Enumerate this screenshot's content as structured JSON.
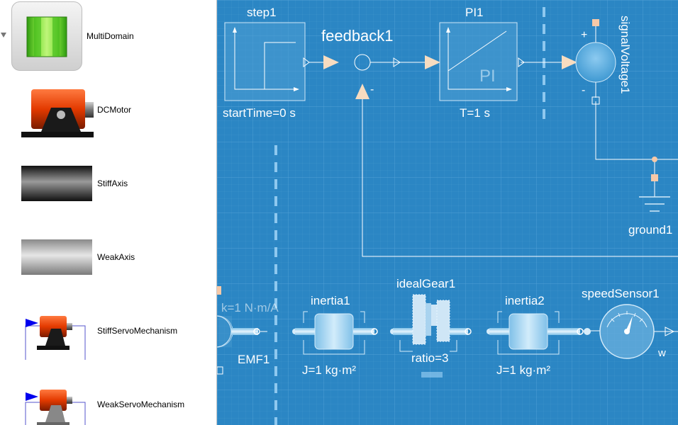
{
  "library": {
    "items": [
      {
        "label": "MultiDomain",
        "icon": "multidomain-icon"
      },
      {
        "label": "DCMotor",
        "icon": "dc-motor-icon"
      },
      {
        "label": "StiffAxis",
        "icon": "stiff-axis-icon"
      },
      {
        "label": "WeakAxis",
        "icon": "weak-axis-icon"
      },
      {
        "label": "StiffServoMechanism",
        "icon": "stiff-servo-icon"
      },
      {
        "label": "WeakServoMechanism",
        "icon": "weak-servo-icon"
      }
    ]
  },
  "diagram": {
    "step1": {
      "name": "step1",
      "param": "startTime=0 s"
    },
    "feedback1": {
      "name": "feedback1",
      "minus": "-"
    },
    "pi1": {
      "name": "PI1",
      "inner": "PI",
      "param": "T=1 s"
    },
    "signalVoltage1": {
      "name": "signalVoltage1",
      "plus": "+",
      "minus": "-"
    },
    "ground1": {
      "name": "ground1"
    },
    "emf1": {
      "name": "EMF1",
      "param": "k=1 N·m/A"
    },
    "inertia1": {
      "name": "inertia1",
      "param": "J=1 kg·m²"
    },
    "idealGear1": {
      "name": "idealGear1",
      "param": "ratio=3"
    },
    "inertia2": {
      "name": "inertia2",
      "param": "J=1 kg·m²"
    },
    "speedSensor1": {
      "name": "speedSensor1",
      "output": "w"
    }
  },
  "colors": {
    "canvas": "#2b86c4",
    "connector": "#f4d3b8"
  }
}
